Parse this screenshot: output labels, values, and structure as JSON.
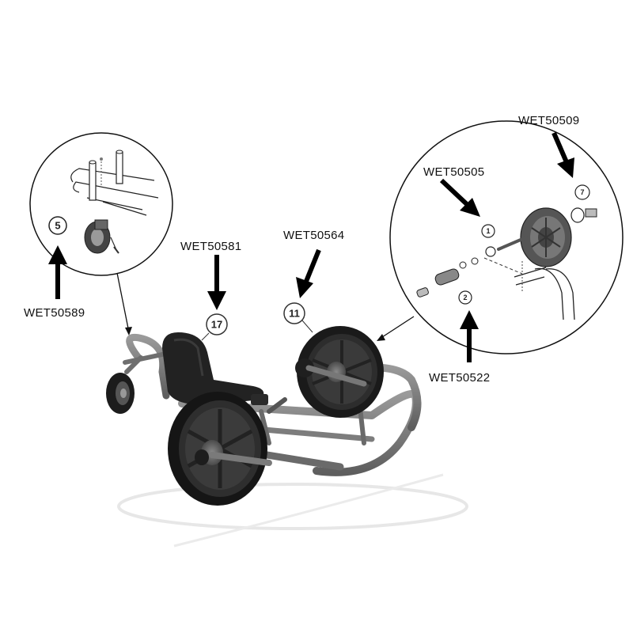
{
  "part_numbers": {
    "caster": "WET50589",
    "seat": "WET50581",
    "wheel": "WET50564",
    "axle_bush": "WET50505",
    "wheel_cap": "WET50509",
    "axle": "WET50522"
  },
  "callout_numbers": {
    "caster": "5",
    "seat": "17",
    "wheel": "11",
    "axle_bush": "1",
    "axle": "2",
    "wheel_cap": "7"
  },
  "colors": {
    "frame": "#7a7a7a",
    "tire": "#1a1a1a",
    "seat": "#222222",
    "arrow": "#000000"
  }
}
